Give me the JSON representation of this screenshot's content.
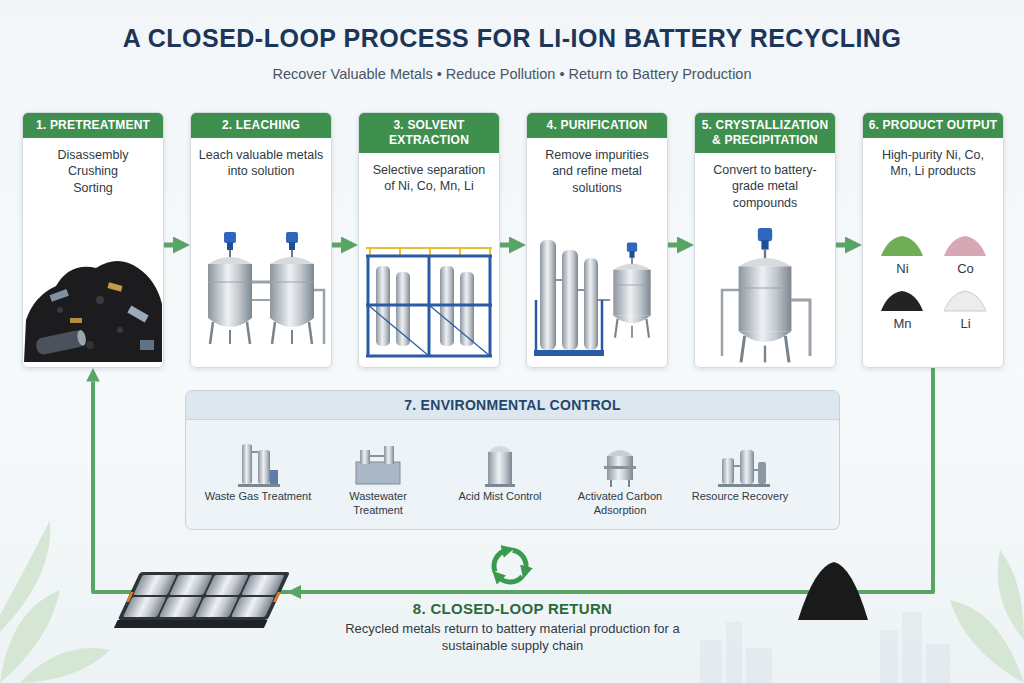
{
  "diagram": {
    "title": "A CLOSED-LOOP PROCESS FOR LI-ION BATTERY RECYCLING",
    "nodes": [
      {
        "text": [
          "1. PRETREATMENT",
          "Disassembly Crushing Sorting"
        ]
      },
      {
        "text": [
          "2. LEACHING",
          "Leach valuable metals into solution"
        ]
      },
      {
        "text": [
          "3. SOLVENT EXTRACTION",
          "Selective separation of Ni, Co, Mn, Li"
        ]
      },
      {
        "text": [
          "4. PURIFICATION",
          "Remove impurities and refine metal solutions"
        ]
      },
      {
        "text": [
          "5. CRYSTALLIZATION & PRECIPITATION",
          "Convert to battery-grade metal compounds"
        ]
      },
      {
        "text": [
          "6. PRODUCT OUTPUT",
          "High-purity Ni, Co, Mn, Li products",
          "Ni",
          "Co",
          "Mn",
          "Li"
        ]
      },
      {
        "text": [
          "7. ENVIRONMENTAL CONTROL"
        ]
      },
      {
        "text": [
          "Waste Gas Treatment"
        ],
        "in": 6
      },
      {
        "text": [
          "Wastewater Treatment"
        ],
        "in": 6
      },
      {
        "text": [
          "Acid Mist Control"
        ],
        "in": 6
      },
      {
        "text": [
          "Activated Carbon Adsorption"
        ],
        "in": 6
      },
      {
        "text": [
          "Resource Recovery"
        ],
        "in": 6
      },
      {
        "text": [
          "8. CLOSED-LOOP RETURN",
          "Recycled metals return to battery material production for a sustainable supply chain"
        ]
      }
    ],
    "edges": [
      {
        "from": 0,
        "to": 1,
        "arrow": "to"
      },
      {
        "from": 1,
        "to": 2,
        "arrow": "to"
      },
      {
        "from": 2,
        "to": 3,
        "arrow": "to"
      },
      {
        "from": 3,
        "to": 4,
        "arrow": "to"
      },
      {
        "from": 4,
        "to": 5,
        "arrow": "to"
      },
      {
        "from": 7,
        "to": 8,
        "arrow": "to"
      },
      {
        "from": 8,
        "to": 9,
        "arrow": "to"
      },
      {
        "from": 9,
        "to": 10,
        "arrow": "to"
      },
      {
        "from": 10,
        "to": 11,
        "arrow": "to"
      },
      {
        "from": 5,
        "to": 0,
        "arrow": "to"
      }
    ],
    "labels": [
      "Recover Valuable Metals • Reduce Pollution • Return to Battery Production"
    ]
  }
}
